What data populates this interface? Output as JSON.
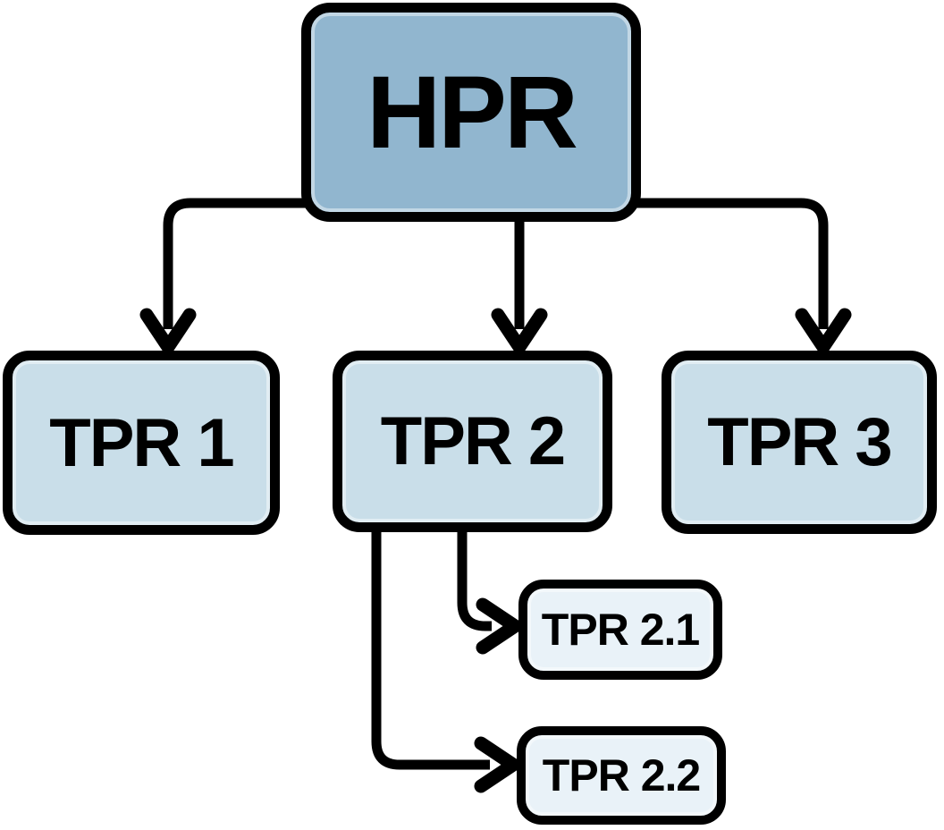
{
  "diagram": {
    "type": "hierarchy",
    "background": "#ffffff",
    "stroke_color": "#000000",
    "text_color": "#000000",
    "nodes": {
      "hpr": {
        "label": "HPR",
        "fill": "#91b6cf",
        "level": 1
      },
      "tpr1": {
        "label": "TPR 1",
        "fill": "#c9dee9",
        "level": 2
      },
      "tpr2": {
        "label": "TPR 2",
        "fill": "#c9dee9",
        "level": 2
      },
      "tpr3": {
        "label": "TPR 3",
        "fill": "#c9dee9",
        "level": 2
      },
      "tpr21": {
        "label": "TPR 2.1",
        "fill": "#e9f2f8",
        "level": 3
      },
      "tpr22": {
        "label": "TPR 2.2",
        "fill": "#e9f2f8",
        "level": 3
      }
    },
    "edges": [
      {
        "from": "HPR",
        "to": "TPR 1"
      },
      {
        "from": "HPR",
        "to": "TPR 2"
      },
      {
        "from": "HPR",
        "to": "TPR 3"
      },
      {
        "from": "TPR 2",
        "to": "TPR 2.1"
      },
      {
        "from": "TPR 2",
        "to": "TPR 2.2"
      }
    ]
  }
}
